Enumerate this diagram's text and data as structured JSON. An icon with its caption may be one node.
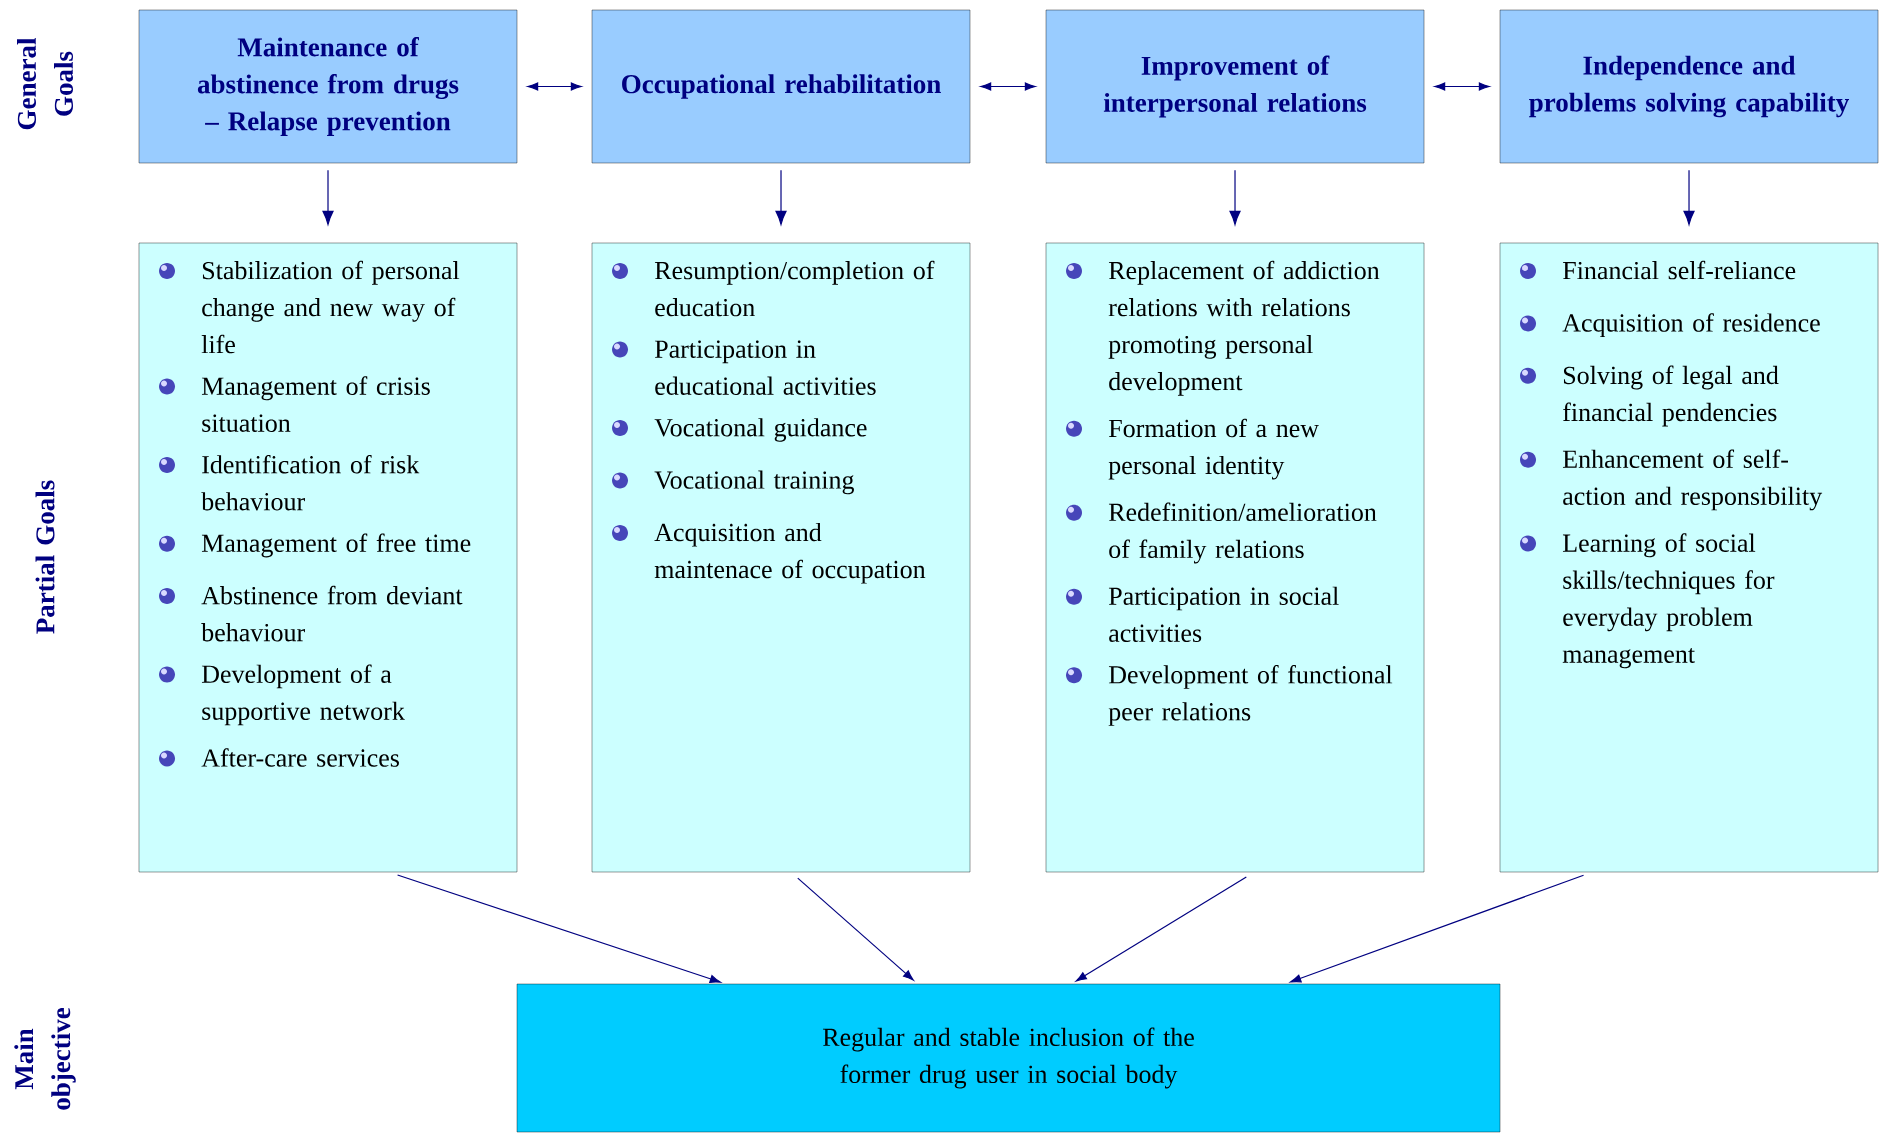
{
  "diagram": {
    "nodes": [
      {
        "text": [
          "Maintenance of abstinence from drugs – Relapse prevention"
        ]
      },
      {
        "text": [
          "Occupational rehabilitation"
        ]
      },
      {
        "text": [
          "Improvement of interpersonal relations"
        ]
      },
      {
        "text": [
          "Independence and problems solving capability"
        ]
      },
      {
        "text": [
          "Stabilization of personal change and new way of life",
          "Management of crisis situation",
          "Identification of risk behaviour",
          "Management of free time",
          "Abstinence from deviant behaviour",
          "Development of a supportive network",
          "After-care services"
        ]
      },
      {
        "text": [
          "Resumption/completion of education",
          "Participation in educational activities",
          "Vocational guidance",
          "Vocational training",
          "Acquisition and maintenace of occupation"
        ]
      },
      {
        "text": [
          "Replacement of addiction relations with relations promoting personal development",
          "Formation of a new personal identity",
          "Redefinition/amelioration of family relations",
          "Participation in social activities",
          "Development of functional peer relations"
        ]
      },
      {
        "text": [
          "Financial self-reliance",
          "Acquisition of residence",
          "Solving of legal and financial pendencies",
          "Enhancement of self-action and responsibility",
          "Learning of social skills/techniques for everyday problem management"
        ]
      },
      {
        "text": [
          "Regular and stable inclusion of the former drug user in social body"
        ]
      }
    ],
    "edges": [
      {
        "from": 0,
        "to": 1,
        "arrow": "both"
      },
      {
        "from": 1,
        "to": 2,
        "arrow": "both"
      },
      {
        "from": 2,
        "to": 3,
        "arrow": "both"
      },
      {
        "from": 0,
        "to": 4,
        "arrow": "to"
      },
      {
        "from": 1,
        "to": 5,
        "arrow": "to"
      },
      {
        "from": 2,
        "to": 6,
        "arrow": "to"
      },
      {
        "from": 3,
        "to": 7,
        "arrow": "to"
      },
      {
        "from": 4,
        "to": 8,
        "arrow": "to"
      },
      {
        "from": 5,
        "to": 8,
        "arrow": "to"
      },
      {
        "from": 6,
        "to": 8,
        "arrow": "to"
      },
      {
        "from": 7,
        "to": 8,
        "arrow": "to"
      }
    ],
    "labels": [
      "General Goals",
      "Partial Goals",
      "Main objective"
    ]
  }
}
